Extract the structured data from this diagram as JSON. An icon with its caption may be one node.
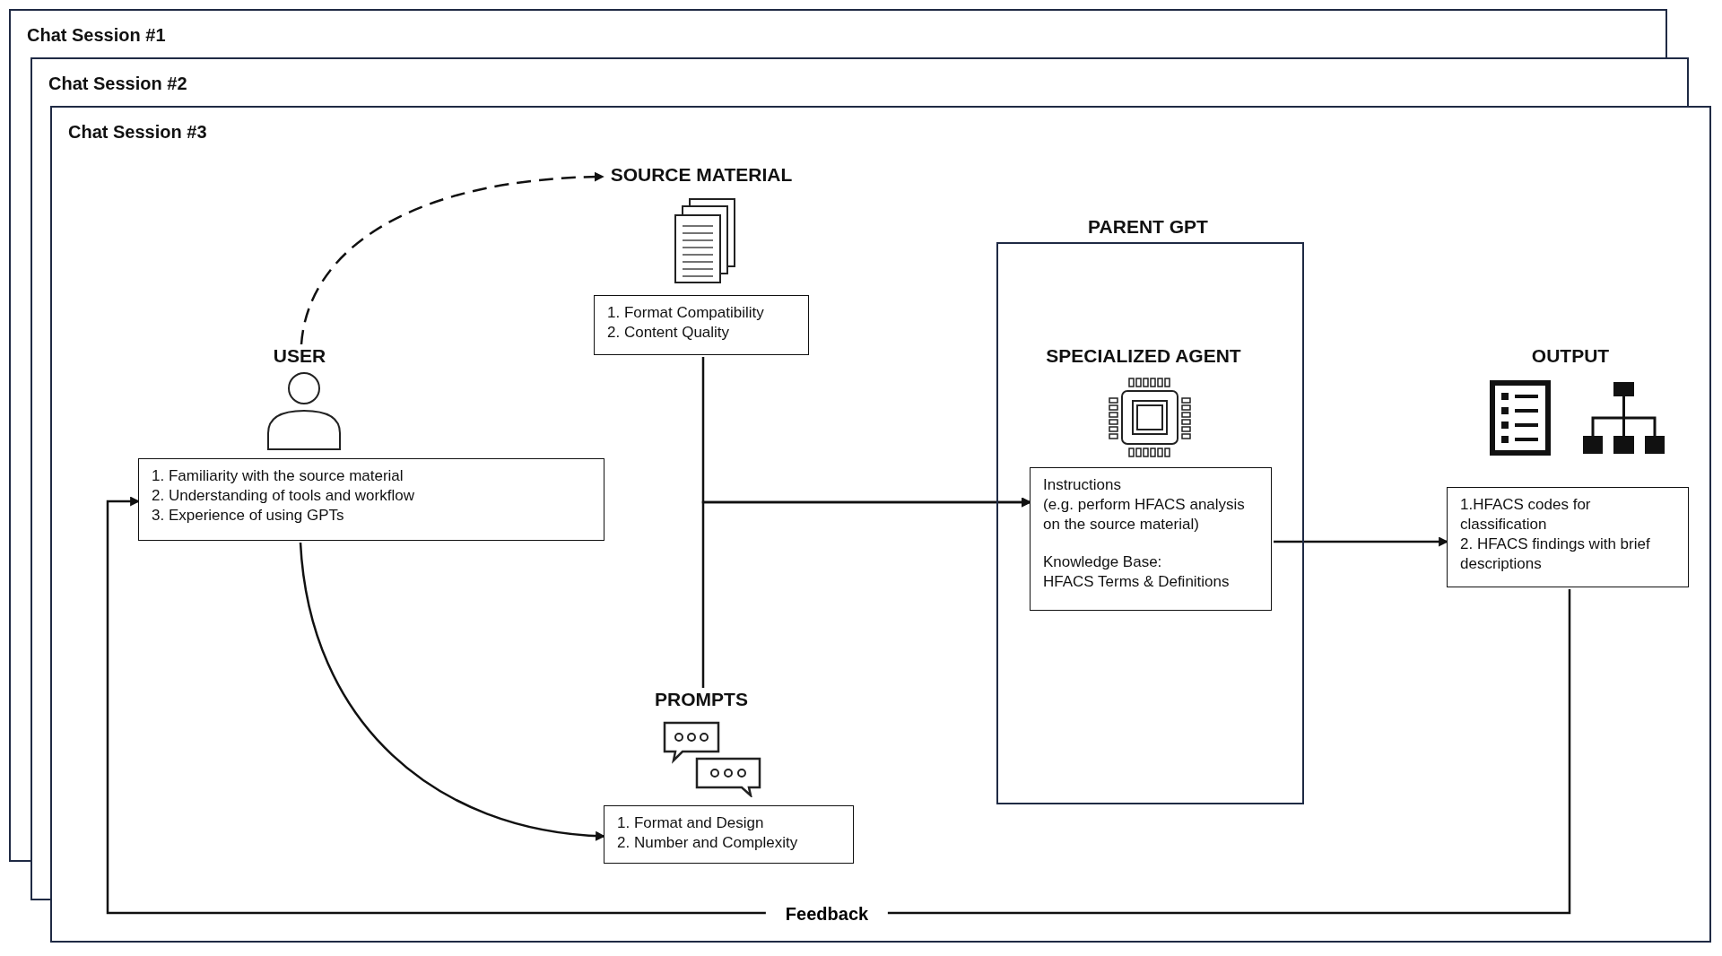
{
  "diagram": {
    "nodes": [
      {
        "text": [
          "Chat Session #1"
        ]
      },
      {
        "text": [
          "Chat Session #2"
        ]
      },
      {
        "text": [
          "Chat Session #3"
        ]
      },
      {
        "text": [
          "USER",
          "1. Familiarity with the source material",
          "2. Understanding of tools and workflow",
          "3. Experience of using GPTs"
        ],
        "in": 2
      },
      {
        "text": [
          "SOURCE MATERIAL",
          "1. Format Compatibility",
          "2. Content Quality"
        ],
        "in": 2
      },
      {
        "text": [
          "PROMPTS",
          "1. Format and Design",
          "2. Number and  Complexity"
        ],
        "in": 2
      },
      {
        "text": [
          "PARENT GPT"
        ],
        "in": 2
      },
      {
        "text": [
          "SPECIALIZED AGENT",
          "Instructions",
          "(e.g. perform HFACS analysis on the source material)",
          "Knowledge Base:",
          "HFACS Terms & Definitions"
        ],
        "in": 6
      },
      {
        "text": [
          "OUTPUT",
          "1.HFACS codes for classification",
          "2. HFACS findings with brief descriptions"
        ],
        "in": 2
      }
    ],
    "edges": [
      {
        "from": 3,
        "to": 4,
        "arrow": "to",
        "style": "dashed"
      },
      {
        "from": 3,
        "to": 5,
        "arrow": "to"
      },
      {
        "from": 4,
        "to": 7,
        "arrow": "to"
      },
      {
        "from": 5,
        "to": 7,
        "arrow": "to"
      },
      {
        "from": 7,
        "to": 8,
        "arrow": "to"
      },
      {
        "from": 8,
        "to": 3,
        "arrow": "to",
        "label": "Feedback"
      }
    ]
  }
}
